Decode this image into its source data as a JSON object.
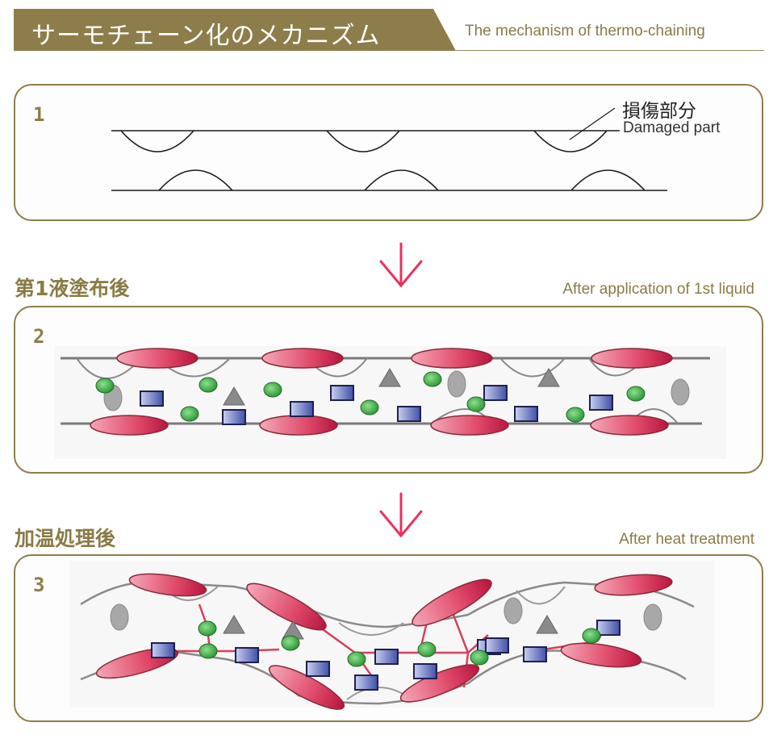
{
  "header": {
    "title": "サーモチェーン化のメカニズム",
    "subtitle": "The mechanism of thermo-chaining",
    "band_color": "#8d7d4a"
  },
  "panels": [
    {
      "number": "1",
      "callout_jp": "損傷部分",
      "callout_en": "Damaged part"
    },
    {
      "number": "2",
      "section_title": "第1液塗布後",
      "section_subtitle": "After application of 1st liquid"
    },
    {
      "number": "3",
      "section_title": "加温処理後",
      "section_subtitle": "After heat treatment"
    }
  ],
  "icons": {
    "flow_arrow": "arrow-down-icon"
  },
  "colors": {
    "accent_gold": "#8d7d4a",
    "arrow_pink": "#e8325f",
    "protein_red": "#d83a5a",
    "agent_green": "#3fb44a",
    "agent_blue": "#3a4aa0",
    "agent_gray": "#8a8a8a"
  }
}
